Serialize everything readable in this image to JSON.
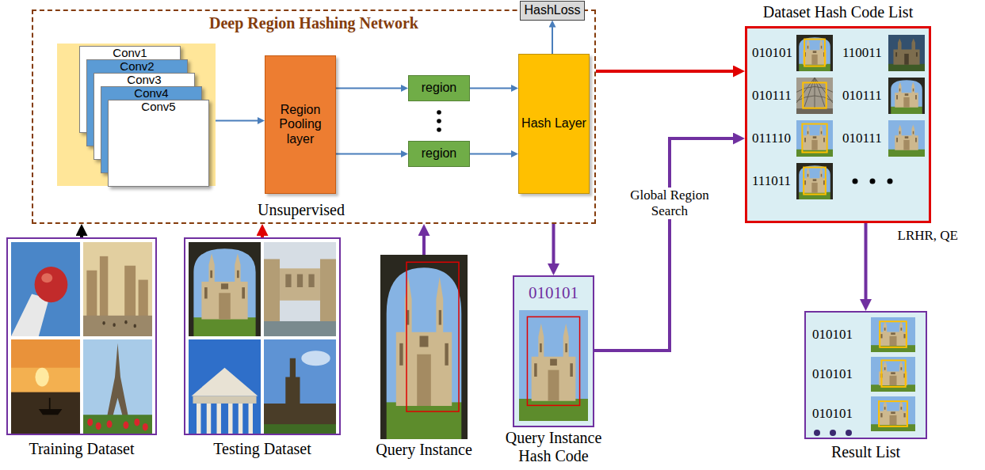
{
  "diagram": {
    "nodes": [
      {
        "text": [
          "Deep Region Hashing Network",
          "Unsupervised"
        ]
      },
      {
        "text": [
          "Conv1",
          "Conv2",
          "Conv3",
          "Conv4",
          "Conv5"
        ],
        "in": 0
      },
      {
        "text": [
          "Region Pooling layer"
        ],
        "in": 0
      },
      {
        "text": [
          "region"
        ],
        "in": 0
      },
      {
        "text": [
          "region"
        ],
        "in": 0
      },
      {
        "text": [
          "Hash Layer"
        ],
        "in": 0
      },
      {
        "text": [
          "HashLoss"
        ],
        "in": 0
      },
      {
        "text": [
          "Dataset Hash Code List",
          "010101",
          "110011",
          "010111",
          "010111",
          "011110",
          "010111",
          "111011"
        ]
      },
      {
        "text": [
          "Training Dataset"
        ]
      },
      {
        "text": [
          "Testing Dataset"
        ]
      },
      {
        "text": [
          "Query Instance"
        ]
      },
      {
        "text": [
          "010101",
          "Query Instance Hash Code"
        ]
      },
      {
        "text": [
          "010101",
          "010101",
          "010101",
          "Result List"
        ]
      }
    ],
    "edges": [
      {
        "from": 1,
        "to": 2,
        "arrow": "to"
      },
      {
        "from": 2,
        "to": 3,
        "arrow": "to"
      },
      {
        "from": 2,
        "to": 4,
        "arrow": "to"
      },
      {
        "from": 3,
        "to": 5,
        "arrow": "to"
      },
      {
        "from": 4,
        "to": 5,
        "arrow": "to"
      },
      {
        "from": 5,
        "to": 6,
        "arrow": "to"
      },
      {
        "from": 8,
        "to": 0,
        "arrow": "to"
      },
      {
        "from": 9,
        "to": 0,
        "arrow": "to"
      },
      {
        "from": 10,
        "to": 0,
        "arrow": "to"
      },
      {
        "from": 0,
        "to": 7,
        "arrow": "to"
      },
      {
        "from": 0,
        "to": 11,
        "arrow": "to"
      },
      {
        "from": 11,
        "to": 7,
        "label": "Global Region Search",
        "arrow": "to"
      },
      {
        "from": 7,
        "to": 12,
        "label": "LRHR, QE",
        "arrow": "to"
      }
    ]
  }
}
